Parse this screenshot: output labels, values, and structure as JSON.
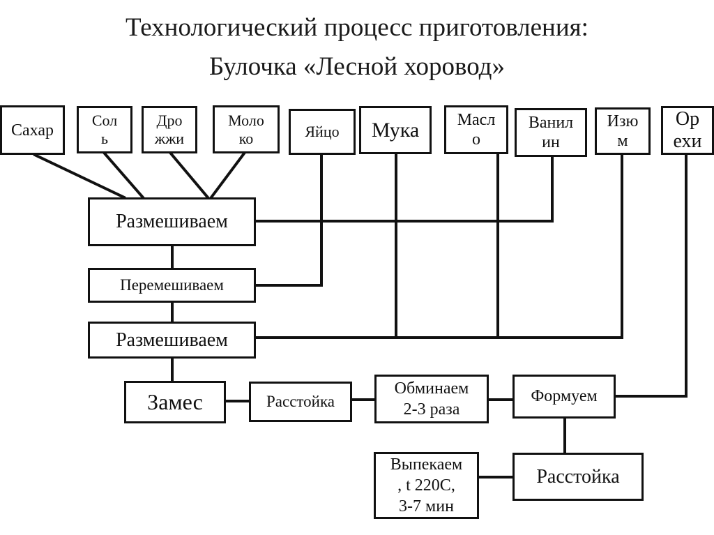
{
  "title": {
    "line1": "Технологический процесс приготовления:",
    "line2": "Булочка «Лесной хоровод»"
  },
  "ingredients": {
    "sugar": [
      "Сахар"
    ],
    "salt": [
      "Сол",
      "ь"
    ],
    "yeast": [
      "Дро",
      "жжи"
    ],
    "milk": [
      "Моло",
      "ко"
    ],
    "egg": [
      "Яйцо"
    ],
    "flour": [
      "Мука"
    ],
    "butter": [
      "Масл",
      "о"
    ],
    "vanilla": [
      "Ванил",
      "ин"
    ],
    "raisins": [
      "Изю",
      "м"
    ],
    "nuts": [
      "Ор",
      "ехи"
    ]
  },
  "steps": {
    "mix1": [
      "Размешиваем"
    ],
    "stir": [
      "Перемешиваем"
    ],
    "mix2": [
      "Размешиваем"
    ],
    "knead": [
      "Замес"
    ],
    "proof1": [
      "Расстойка"
    ],
    "punch": [
      "Обминаем",
      "2-3 раза"
    ],
    "shape": [
      "Формуем"
    ],
    "proof2": [
      "Расстойка"
    ],
    "bake": [
      "Выпекаем",
      ", t 220С,",
      "3-7 мин"
    ]
  }
}
